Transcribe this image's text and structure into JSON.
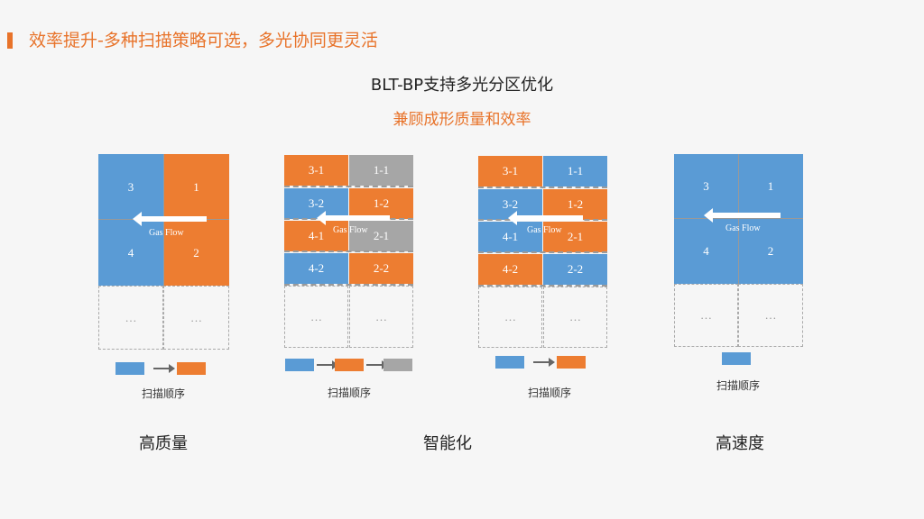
{
  "header": {
    "title": "效率提升-多种扫描策略可选，多光协同更灵活"
  },
  "subtitle": {
    "line1": "BLT-BP支持多光分区优化",
    "line2": "兼顾成形质量和效率"
  },
  "colors": {
    "blue": "#5a9bd5",
    "orange": "#ed7d31",
    "gray": "#a6a6a6",
    "accent": "#e8732a"
  },
  "gas_flow_label": "Gas Flow",
  "legend_text": "扫描顺序",
  "placeholder": "…",
  "panels": [
    {
      "caption": "高质量",
      "cells": [
        "3",
        "1",
        "4",
        "2"
      ]
    },
    {
      "caption": "智能化",
      "cells": [
        "3-1",
        "1-1",
        "3-2",
        "1-2",
        "4-1",
        "2-1",
        "4-2",
        "2-2"
      ]
    },
    {
      "caption": "",
      "cells": [
        "3-1",
        "1-1",
        "3-2",
        "1-2",
        "4-1",
        "2-1",
        "4-2",
        "2-2"
      ]
    },
    {
      "caption": "高速度",
      "cells": [
        "3",
        "1",
        "4",
        "2"
      ]
    }
  ]
}
